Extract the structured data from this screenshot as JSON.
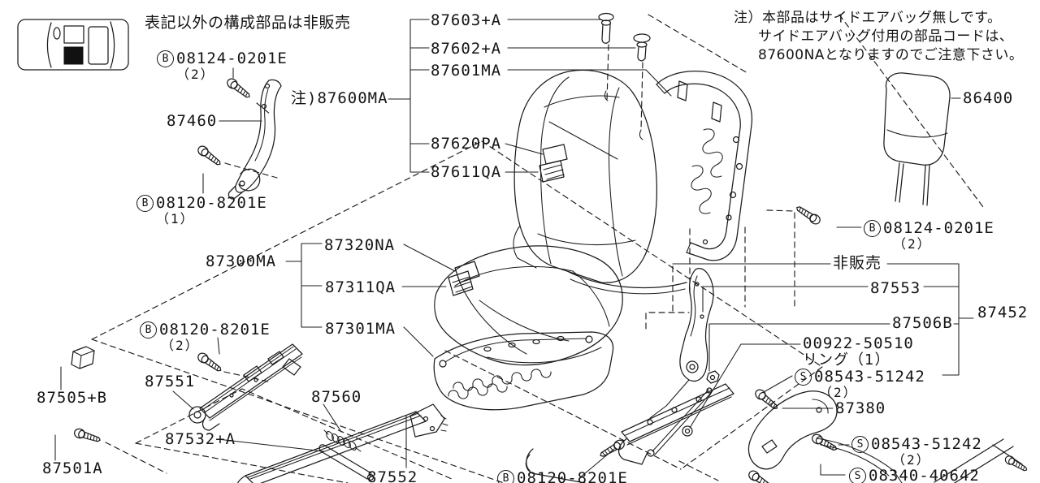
{
  "page": {
    "background": "#ffffff",
    "line_color": "#1c1c1c"
  },
  "header_note": "表記以外の構成部品は非販売",
  "airbag_note": {
    "line1": "注）本部品はサイドエアバッグ無しです。",
    "line2": "サイドエアバッグ付用の部品コードは、",
    "line3": "87600NAとなりますのでご注意下さい。"
  },
  "location_icon": {
    "name": "car-top-view",
    "highlight": "front-left-seat"
  },
  "labels": {
    "b08124_tl": {
      "prefix": "B",
      "code": "08124-0201E",
      "qty": "（2）"
    },
    "p87460": {
      "code": "87460"
    },
    "b08120_l": {
      "prefix": "B",
      "code": "08120-8201E",
      "qty": "（1）"
    },
    "note87600": {
      "code": "注)87600MA"
    },
    "p87603": {
      "code": "87603+A"
    },
    "p87602": {
      "code": "87602+A"
    },
    "p87601": {
      "code": "87601MA"
    },
    "p87620": {
      "code": "87620PA"
    },
    "p87611": {
      "code": "87611QA"
    },
    "p86400": {
      "code": "86400"
    },
    "b08124_r": {
      "prefix": "B",
      "code": "08124-0201E",
      "qty": "（2）"
    },
    "hihanbai": {
      "code": "非販売"
    },
    "p87553": {
      "code": "87553"
    },
    "p87506b": {
      "code": "87506B"
    },
    "p87452": {
      "code": "87452"
    },
    "p00922": {
      "code": "00922-50510",
      "qty": "リング（1）"
    },
    "s08543_a": {
      "prefix": "S",
      "code": "08543-51242",
      "qty": "（2）"
    },
    "p87380": {
      "code": "87380"
    },
    "s08543_b": {
      "prefix": "S",
      "code": "08543-51242",
      "qty": "（2）"
    },
    "s08340": {
      "prefix": "S",
      "code": "08340-40642"
    },
    "p87300ma": {
      "code": "87300MA"
    },
    "p87320na": {
      "code": "87320NA"
    },
    "p87311qa": {
      "code": "87311QA"
    },
    "p87301ma": {
      "code": "87301MA"
    },
    "b08120_m": {
      "prefix": "B",
      "code": "08120-8201E",
      "qty": "（2）"
    },
    "p87551": {
      "code": "87551"
    },
    "p87505b": {
      "code": "87505+B"
    },
    "p87560": {
      "code": "87560"
    },
    "p87532a": {
      "code": "87532+A"
    },
    "p87501a": {
      "code": "87501A"
    },
    "p87552": {
      "code": "87552"
    },
    "b08120_b": {
      "prefix": "B",
      "code": "08120-8201E"
    }
  }
}
